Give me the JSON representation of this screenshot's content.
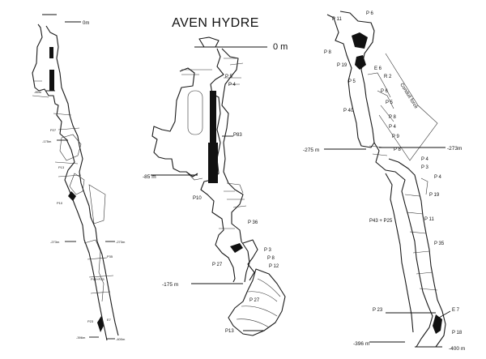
{
  "title": "AVEN HYDRE",
  "left_column": {
    "depth_labels": [
      "0m",
      "-85m",
      "-175m",
      "-273m",
      "-396m",
      "-400m"
    ],
    "pitch_labels": [
      "P27",
      "P13",
      "P10",
      "P35",
      "P43+P25",
      "P23",
      "E7"
    ]
  },
  "middle_column": {
    "depth_labels": [
      "0 m",
      "-85 m",
      "-175 m"
    ],
    "pitch_labels": [
      "P 5",
      "P 4",
      "P83",
      "P10",
      "P 36",
      "P 3",
      "P 8",
      "P 12",
      "P 27",
      "P 27",
      "P13"
    ]
  },
  "right_column": {
    "depth_labels": [
      "-275 m",
      "-273m",
      "-396 m",
      "-400 m"
    ],
    "pitch_labels": [
      "P 11",
      "P 6",
      "P 8",
      "P 19",
      "E 6",
      "R 2",
      "P 5",
      "P 6",
      "P 40",
      "P 5",
      "P 8",
      "P 4",
      "P 9",
      "P 8",
      "P 4",
      "P 3",
      "P 4",
      "P 19",
      "P43 + P25",
      "P 11",
      "P 35",
      "P 23",
      "E 7",
      "P 18"
    ],
    "annotation": "Conduit forcé"
  },
  "style": {
    "ink": "#111111",
    "background": "#ffffff"
  }
}
